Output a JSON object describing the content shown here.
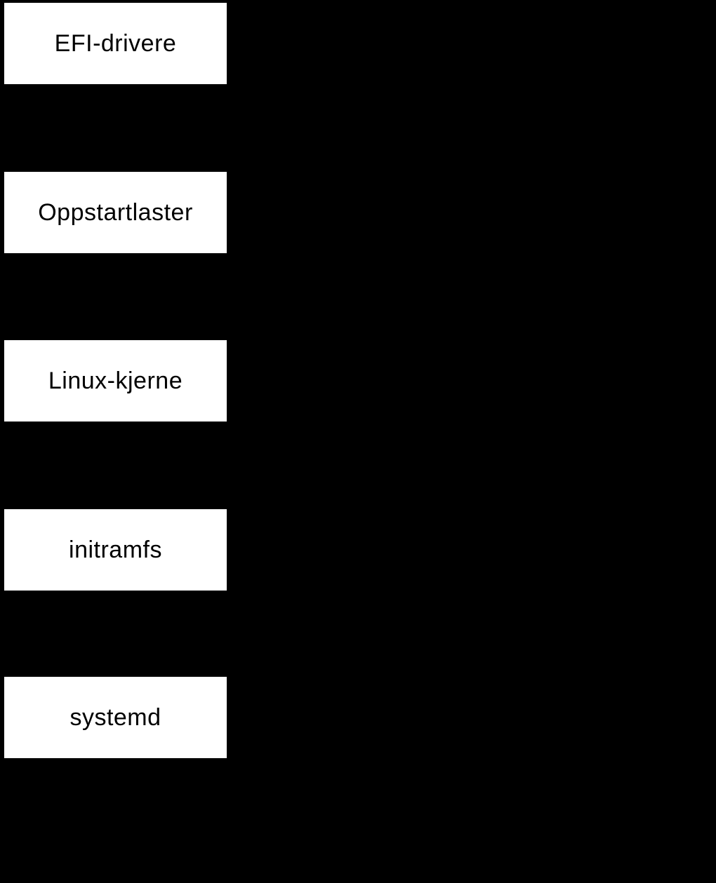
{
  "diagram": {
    "type": "flowchart-vertical",
    "description_visible_content": "Five white rectangular nodes stacked vertically on a black background; connectors not visible",
    "nodes": [
      {
        "id": "efi-drivere",
        "label": "EFI-drivere"
      },
      {
        "id": "oppstartlaster",
        "label": "Oppstartlaster"
      },
      {
        "id": "linux-kjerne",
        "label": "Linux-kjerne"
      },
      {
        "id": "initramfs",
        "label": "initramfs"
      },
      {
        "id": "systemd",
        "label": "systemd"
      }
    ],
    "colors": {
      "background": "#000000",
      "node_fill": "#ffffff",
      "node_text": "#000000"
    }
  }
}
